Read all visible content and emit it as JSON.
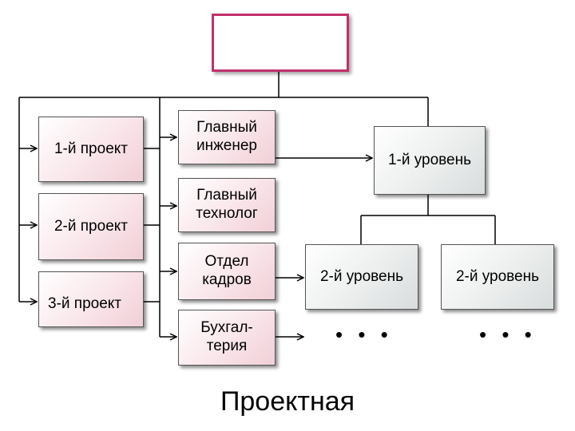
{
  "diagram": {
    "projects": [
      "1-й проект",
      "2-й проект",
      "3-й проект"
    ],
    "departments": [
      "Главный\nинженер",
      "Главный\nтехнолог",
      "Отдел\nкадров",
      "Бухгал-\nтерия"
    ],
    "level1": "1-й уровень",
    "level2": [
      "2-й уровень",
      "2-й уровень"
    ],
    "ellipsis": "• • •",
    "caption": "Проектная"
  },
  "colors": {
    "top_border": "#c0306a",
    "project_fill": "#f1cfd7",
    "level_fill": "#d8dcdc"
  }
}
